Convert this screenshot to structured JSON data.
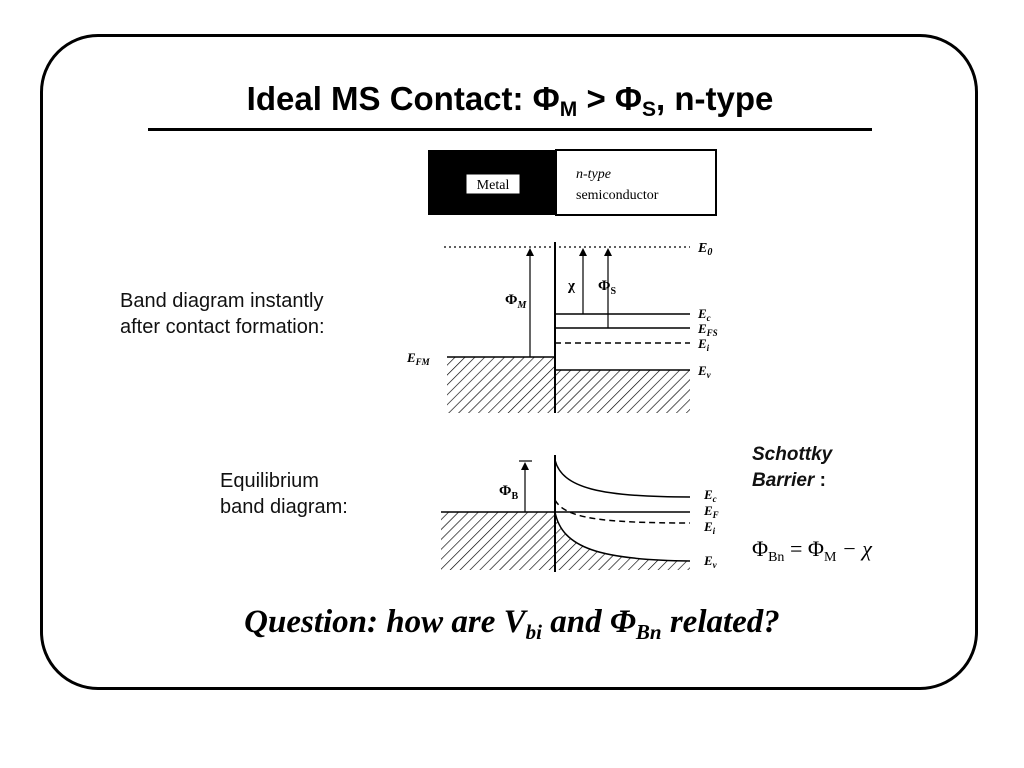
{
  "slide": {
    "title_prefix": "Ideal MS Contact: Φ",
    "title_sub_m": "M",
    "title_mid": " > Φ",
    "title_sub_s": "S",
    "title_suffix": ", n-type"
  },
  "structure": {
    "metal_label": "Metal",
    "semi_label_line1": "n-type",
    "semi_label_line2": "semiconductor"
  },
  "band_instant": {
    "caption_line1": "Band diagram instantly",
    "caption_line2": "after contact formation:",
    "e0": "E",
    "e0_sub": "0",
    "phi_m": "Φ",
    "phi_m_sub": "M",
    "chi": "χ",
    "phi_s": "Φ",
    "phi_s_sub": "S",
    "efm": "E",
    "efm_sub": "FM",
    "ec": "E",
    "ec_sub": "c",
    "efs": "E",
    "efs_sub": "FS",
    "ei": "E",
    "ei_sub": "i",
    "ev": "E",
    "ev_sub": "v"
  },
  "band_equilibrium": {
    "caption_line1": "Equilibrium",
    "caption_line2": "band diagram:",
    "phi_b": "Φ",
    "phi_b_sub": "B",
    "ec": "E",
    "ec_sub": "c",
    "ef": "E",
    "ef_sub": "F",
    "ei": "E",
    "ei_sub": "i",
    "ev": "E",
    "ev_sub": "v"
  },
  "schottky": {
    "line1": "Schottky",
    "line2": "Barrier",
    "colon": " :",
    "eq_lhs": "Φ",
    "eq_lhs_sub": "Bn",
    "eq_mid": " = Φ",
    "eq_mid_sub": "M",
    "eq_rhs": " − χ"
  },
  "question": {
    "prefix": "Question: how are V",
    "sub1": "bi",
    "mid": " and  Φ",
    "sub2": "Bn",
    "suffix": " related?"
  }
}
